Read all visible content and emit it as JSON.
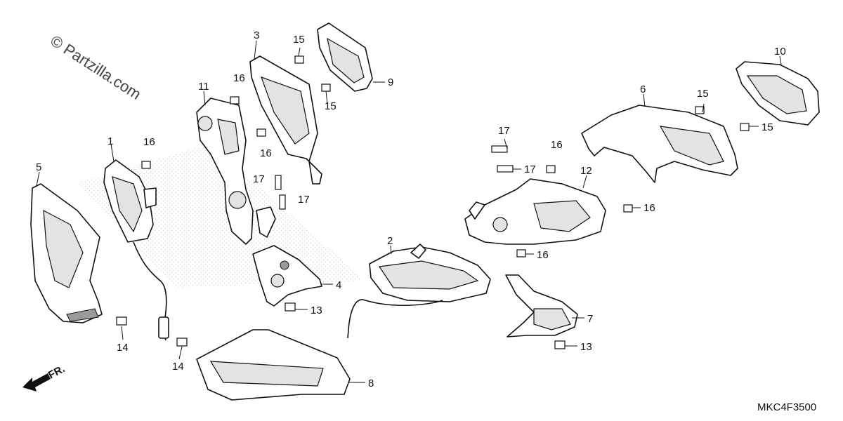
{
  "watermark": "© Partzilla.com",
  "diagram_code": "MKC4F3500",
  "front_marker": "FR.",
  "callouts": [
    "1",
    "2",
    "3",
    "4",
    "5",
    "6",
    "7",
    "8",
    "9",
    "10",
    "11",
    "12",
    "13",
    "13",
    "14",
    "14",
    "15",
    "15",
    "15",
    "15",
    "16",
    "16",
    "16",
    "16",
    "16",
    "16",
    "17",
    "17",
    "17",
    "17"
  ]
}
